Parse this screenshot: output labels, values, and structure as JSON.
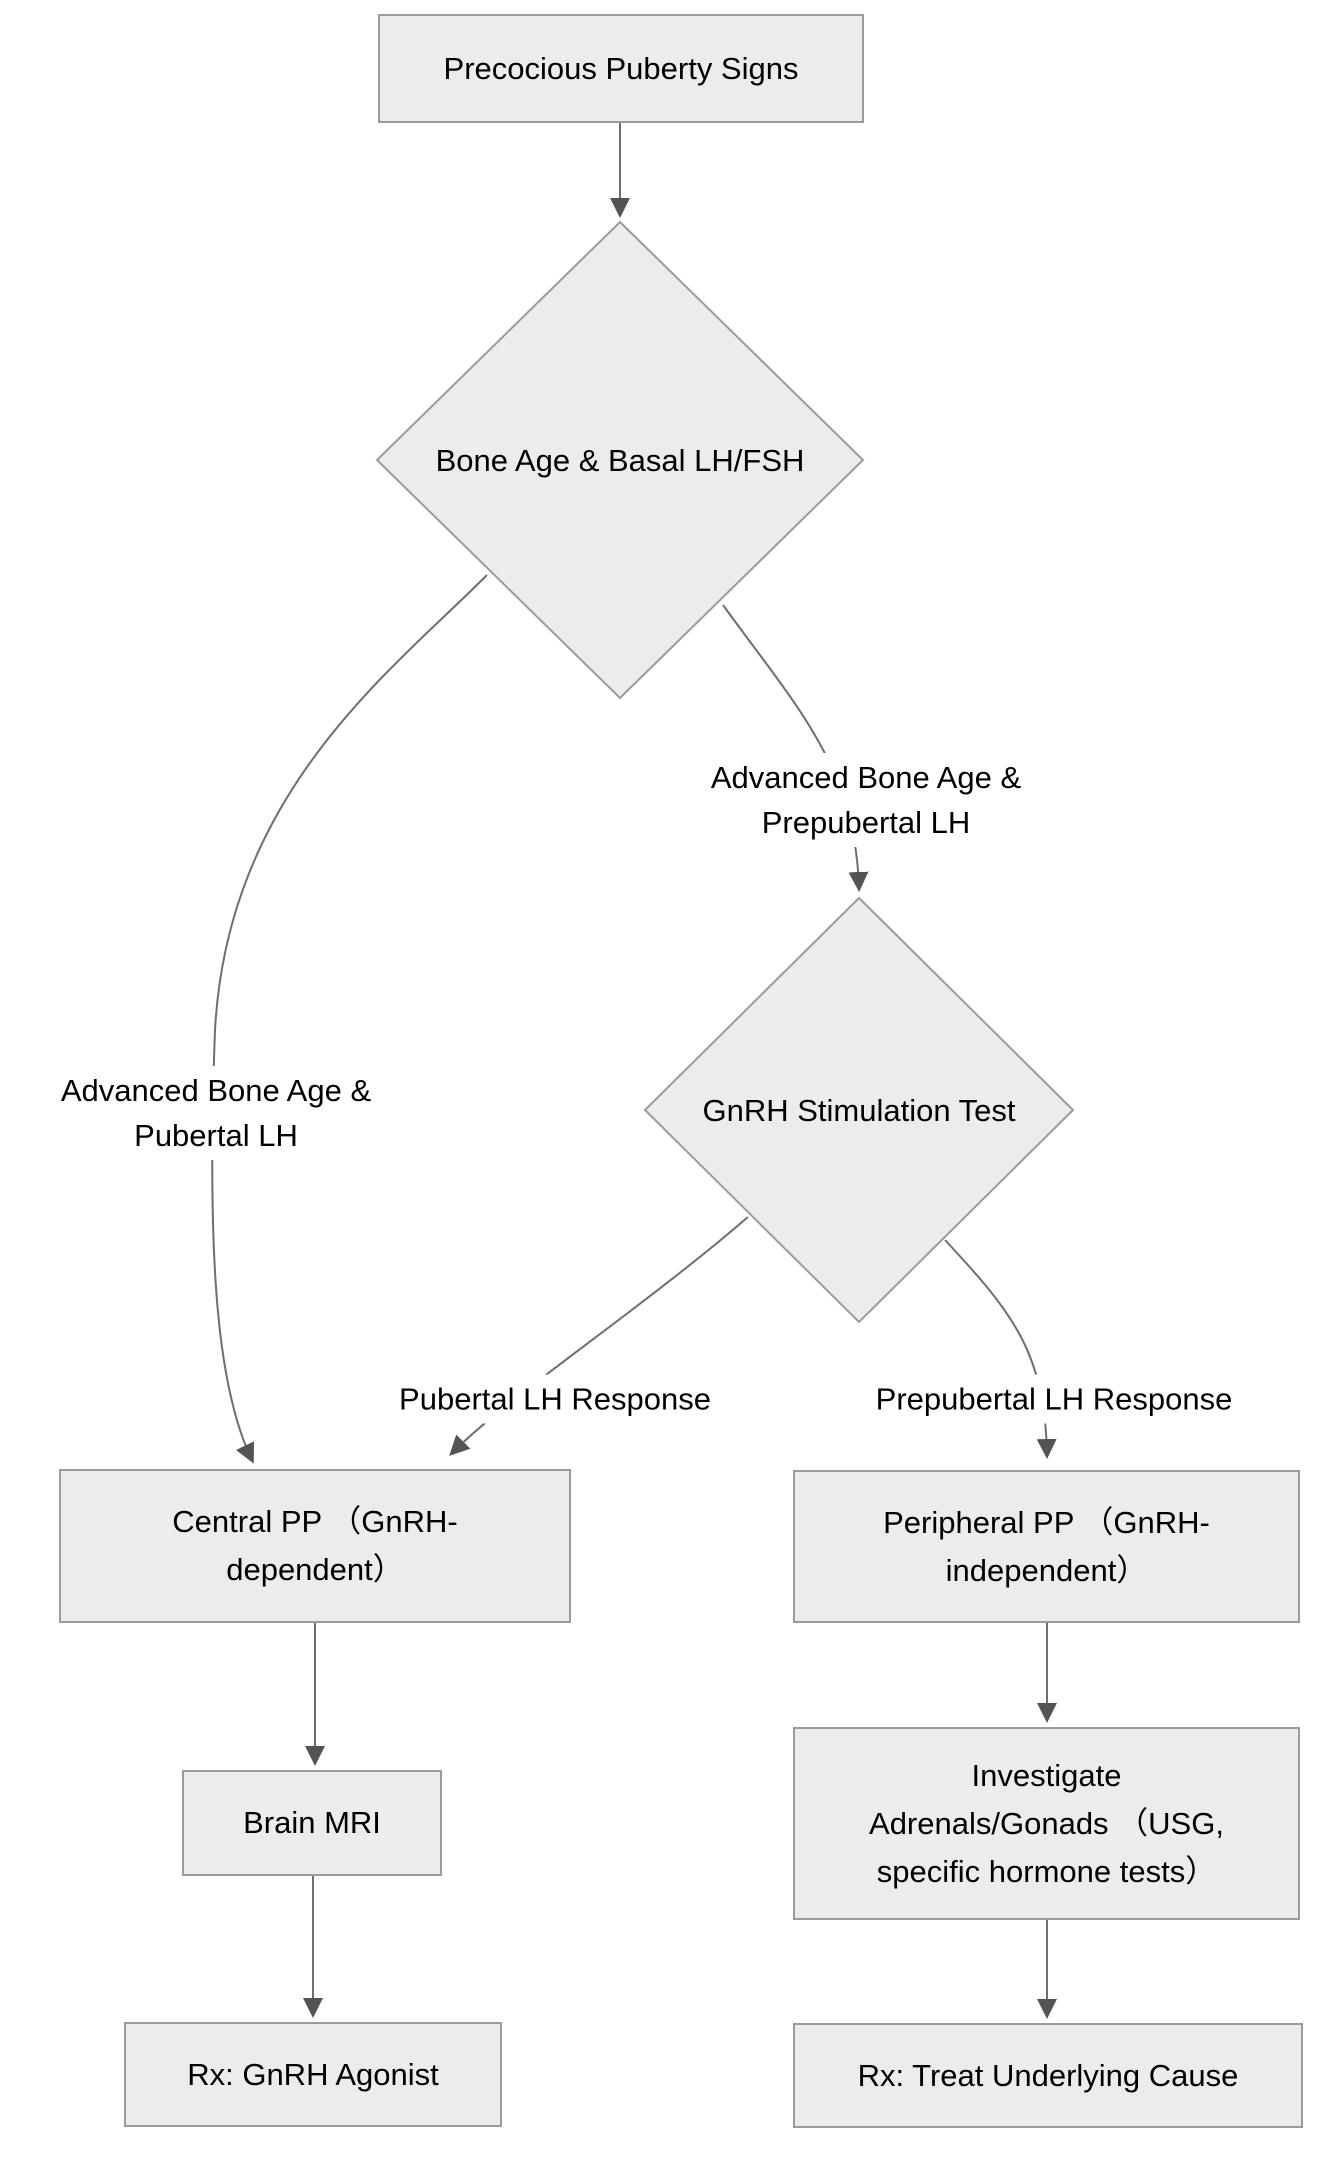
{
  "diagram": {
    "type": "flowchart",
    "direction": "top-down",
    "colors": {
      "node_fill": "#ececec",
      "node_border": "#9b9b9b",
      "edge_line": "#6e6e6e",
      "arrowhead": "#545454",
      "text": "#000000",
      "background": "#ffffff"
    },
    "nodes": {
      "precocious_signs": {
        "shape": "rect",
        "label": "Precocious Puberty Signs",
        "lines": [
          "Precocious Puberty Signs"
        ]
      },
      "bone_age_basal": {
        "shape": "diamond",
        "label": "Bone Age & Basal LH/FSH",
        "lines": [
          "Bone Age & Basal LH/FSH"
        ]
      },
      "gnrh_test": {
        "shape": "diamond",
        "label": "GnRH Stimulation Test",
        "lines": [
          "GnRH Stimulation Test"
        ]
      },
      "central_pp": {
        "shape": "rect",
        "label": "Central PP （GnRH-dependent）",
        "lines": [
          "Central PP （GnRH-",
          "dependent）"
        ]
      },
      "peripheral_pp": {
        "shape": "rect",
        "label": "Peripheral PP （GnRH-independent）",
        "lines": [
          "Peripheral PP （GnRH-",
          "independent）"
        ]
      },
      "brain_mri": {
        "shape": "rect",
        "label": "Brain MRI",
        "lines": [
          "Brain MRI"
        ]
      },
      "investigate": {
        "shape": "rect",
        "label": "Investigate Adrenals/Gonads （USG, specific hormone tests）",
        "lines": [
          "Investigate",
          "Adrenals/Gonads （USG,",
          "specific hormone tests）"
        ]
      },
      "rx_gnrh_agonist": {
        "shape": "rect",
        "label": "Rx: GnRH Agonist",
        "lines": [
          "Rx: GnRH Agonist"
        ]
      },
      "rx_treat_cause": {
        "shape": "rect",
        "label": "Rx: Treat Underlying Cause",
        "lines": [
          "Rx: Treat Underlying Cause"
        ]
      }
    },
    "edges": [
      {
        "from": "precocious_signs",
        "to": "bone_age_basal",
        "label": ""
      },
      {
        "from": "bone_age_basal",
        "to": "gnrh_test",
        "label": "Advanced Bone Age & Prepubertal LH",
        "lines": [
          "Advanced Bone Age &",
          "Prepubertal LH"
        ]
      },
      {
        "from": "bone_age_basal",
        "to": "central_pp",
        "label": "Advanced Bone Age & Pubertal LH",
        "lines": [
          "Advanced Bone Age &",
          "Pubertal LH"
        ]
      },
      {
        "from": "gnrh_test",
        "to": "central_pp",
        "label": "Pubertal LH Response",
        "lines": [
          "Pubertal LH Response"
        ]
      },
      {
        "from": "gnrh_test",
        "to": "peripheral_pp",
        "label": "Prepubertal LH Response",
        "lines": [
          "Prepubertal LH Response"
        ]
      },
      {
        "from": "central_pp",
        "to": "brain_mri",
        "label": ""
      },
      {
        "from": "brain_mri",
        "to": "rx_gnrh_agonist",
        "label": ""
      },
      {
        "from": "peripheral_pp",
        "to": "investigate",
        "label": ""
      },
      {
        "from": "investigate",
        "to": "rx_treat_cause",
        "label": ""
      }
    ]
  }
}
